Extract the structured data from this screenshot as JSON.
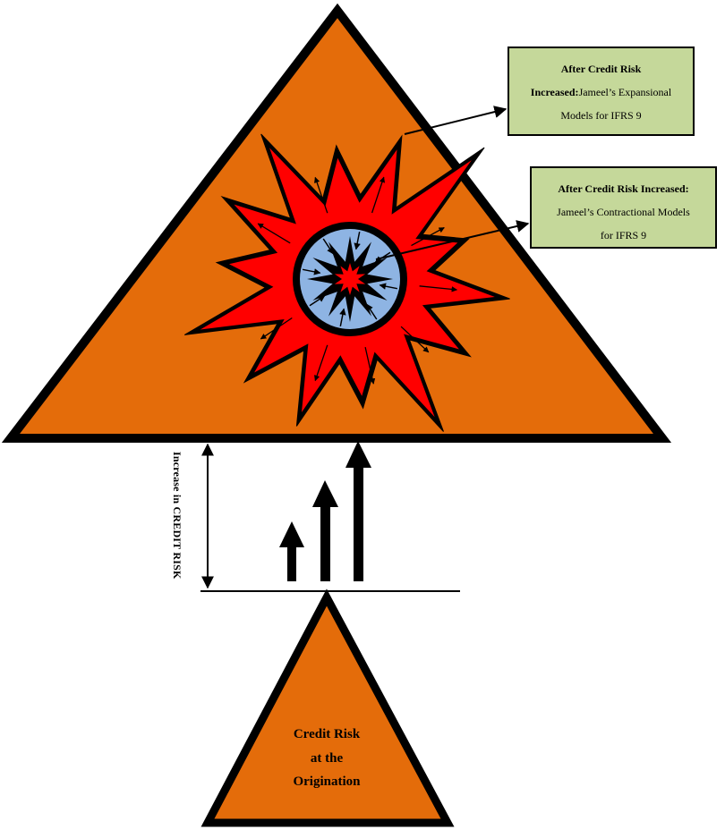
{
  "callouts": {
    "expansional": {
      "line1_bold": "After Credit Risk",
      "line2_bold": "Increased:",
      "line2_rest": "Jameel’s Expansional",
      "line3": "Models for IFRS 9"
    },
    "contractional": {
      "line1_bold": "After Credit Risk Increased:",
      "line2": "Jameel’s Contractional Models",
      "line3": "for IFRS 9"
    }
  },
  "axis_label": "Increase in CREDIT RISK",
  "origination": {
    "line1": "Credit Risk",
    "line2": "at the",
    "line3": "Origination"
  },
  "colors": {
    "triangle_fill": "#e46c0a",
    "burst_fill": "#ff0000",
    "core_fill": "#8eb4e3",
    "callout_fill": "#c5d89a",
    "outline": "#000000"
  }
}
